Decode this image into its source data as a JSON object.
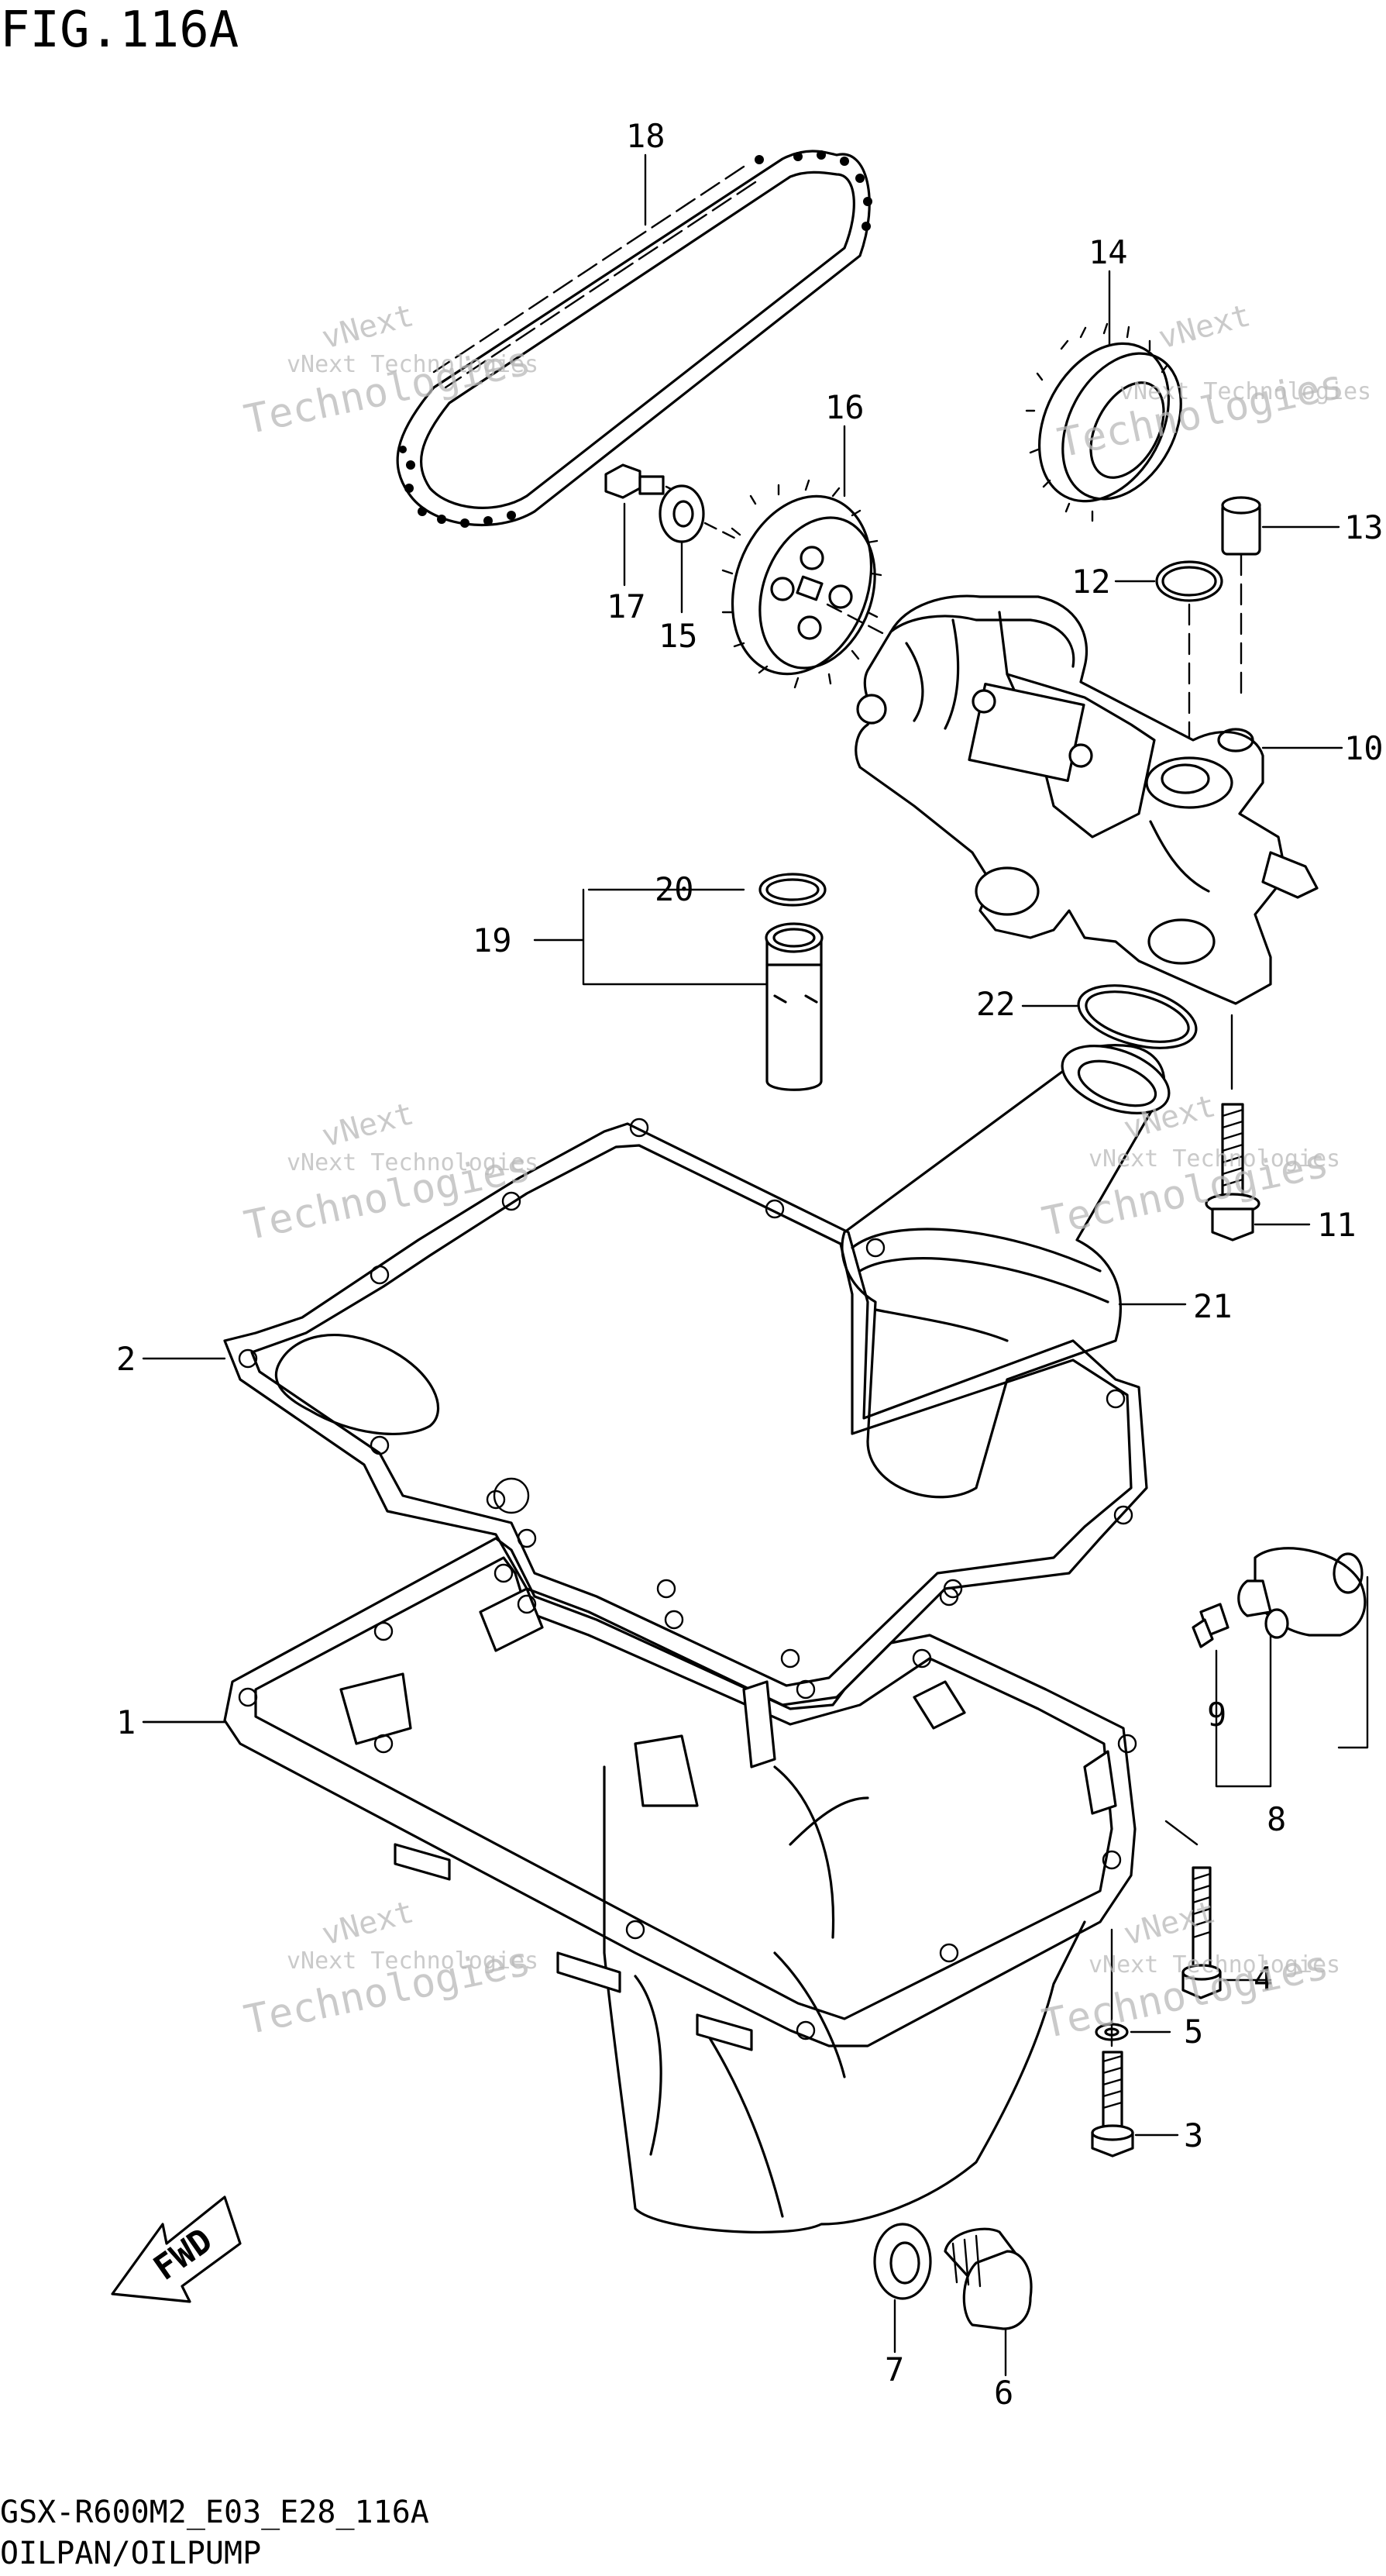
{
  "figure": {
    "title": "FIG.116A"
  },
  "footer": {
    "code": "GSX-R600M2_E03_E28_116A",
    "caption": "OILPAN/OILPUMP"
  },
  "fwd_label": "FWD",
  "watermark": {
    "line1": "vNext Technologies",
    "line2": "Technologies",
    "line3": "vNext"
  },
  "callouts": [
    "1",
    "2",
    "3",
    "4",
    "5",
    "6",
    "7",
    "8",
    "9",
    "10",
    "11",
    "12",
    "13",
    "14",
    "15",
    "16",
    "17",
    "18",
    "19",
    "20",
    "21",
    "22"
  ]
}
